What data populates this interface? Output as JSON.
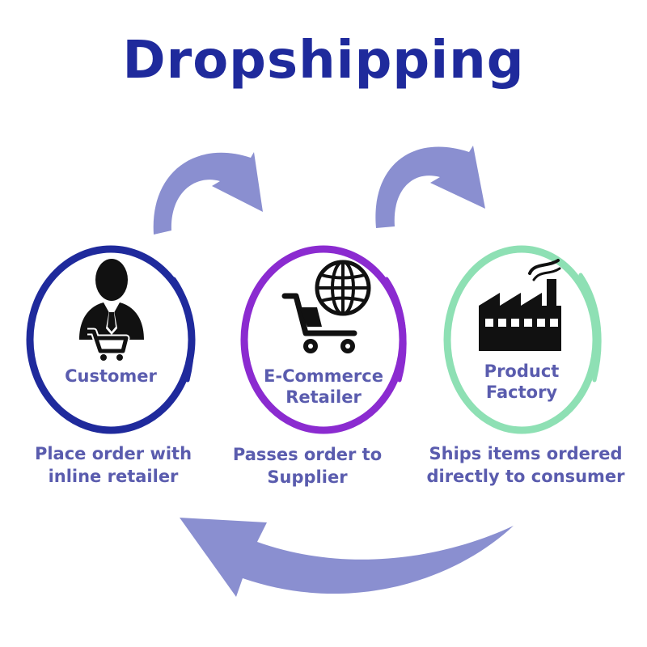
{
  "title": "Dropshipping",
  "colors": {
    "title": "#1f2a9c",
    "text": "#5a5cae",
    "arrow": "#8a8fd0",
    "customer_ring": "#1f2a9c",
    "retailer_ring": "#8b2bd0",
    "factory_ring": "#8ee0b4",
    "icon": "#111111"
  },
  "nodes": [
    {
      "label": "Customer",
      "icon": "person-with-cart-icon"
    },
    {
      "label": "E-Commerce Retailer",
      "line1": "E-Commerce",
      "line2": "Retailer",
      "icon": "shopping-cart-globe-icon"
    },
    {
      "label": "Product Factory",
      "line1": "Product",
      "line2": "Factory",
      "icon": "factory-icon"
    }
  ],
  "steps": [
    {
      "line1": "Place order with",
      "line2": "inline retailer"
    },
    {
      "line1": "Passes order to",
      "line2": "Supplier"
    },
    {
      "line1": "Ships items ordered",
      "line2": "directly to consumer"
    }
  ]
}
